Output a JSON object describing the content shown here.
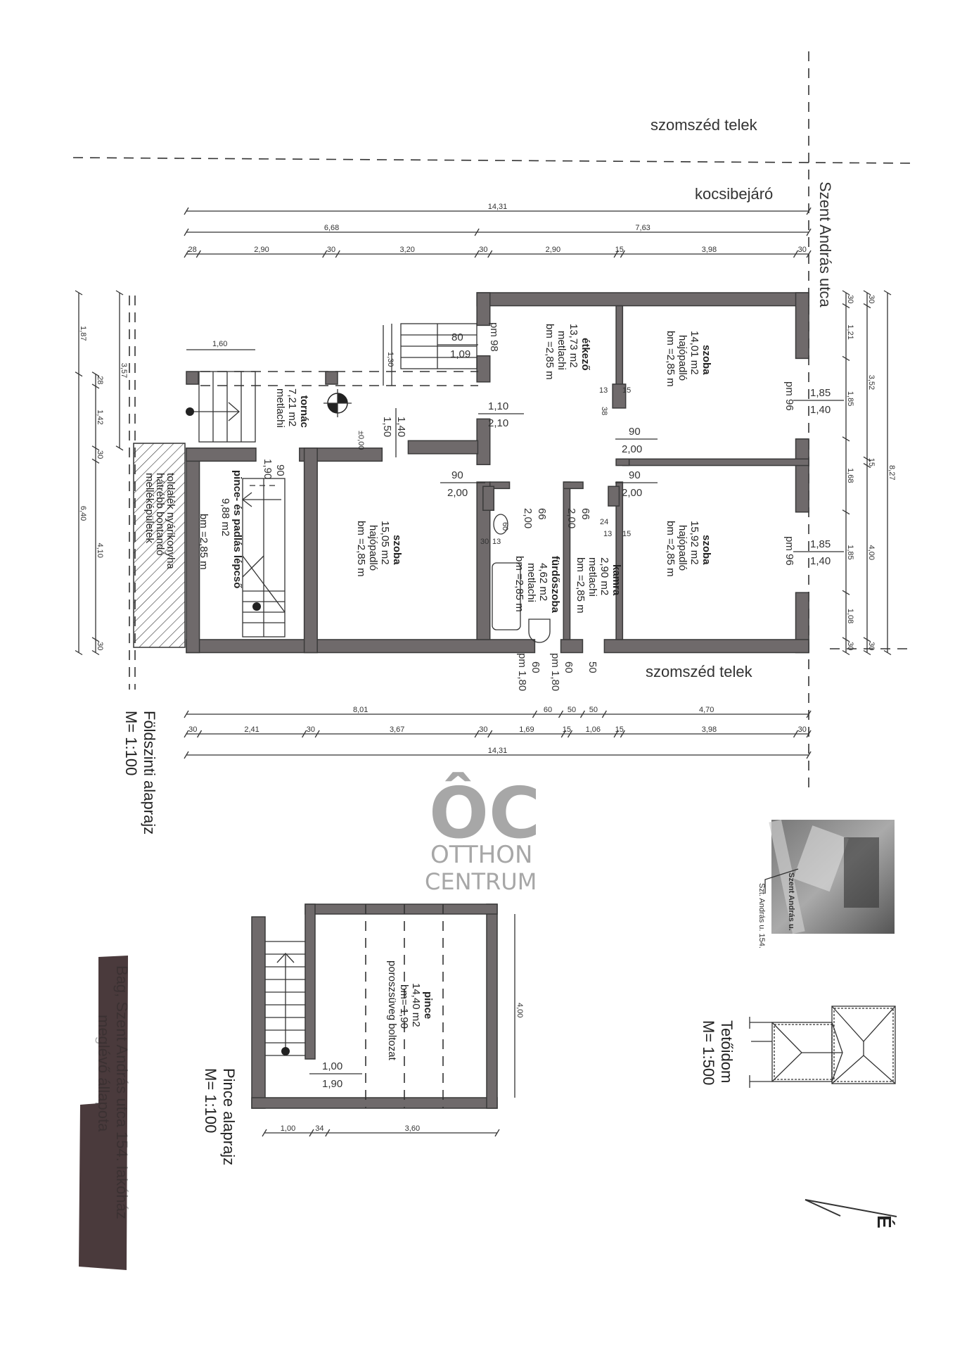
{
  "site": {
    "neighbor_plot_top": "szomszéd telek",
    "driveway": "kocsibejáró",
    "street": "Szent András utca",
    "neighbor_plot_bottom": "szomszéd telek"
  },
  "ground_floor": {
    "title": "Földszinti alaprajz",
    "scale": "M= 1:100",
    "rooms": [
      {
        "name": "szoba",
        "area": "14,01 m2",
        "floor": "hajópadló",
        "height": "bm =2,85 m"
      },
      {
        "name": "étkező",
        "area": "13,73 m2",
        "floor": "metlachi",
        "height": "bm =2,85 m"
      },
      {
        "name": "tornác",
        "area": "7,21 m2",
        "floor": "metlachi"
      },
      {
        "name": "pince- és padlás lépcső",
        "area": "9,88 m2",
        "height": "bm =2,85 m"
      },
      {
        "name": "szoba",
        "area": "15,05 m2",
        "floor": "hajópadló",
        "height": "bm =2,85 m"
      },
      {
        "name": "fürdőszoba",
        "area": "4,62 m2",
        "floor": "metlachi",
        "height": "bm =2,85 m"
      },
      {
        "name": "kamra",
        "area": "2,90 m2",
        "floor": "metlachi",
        "height": "bm =2,85 m"
      },
      {
        "name": "szoba",
        "area": "15,92 m2",
        "floor": "hajópadló",
        "height": "bm =2,85 m"
      }
    ],
    "demolish_note": [
      "toldalék nyárikonyha",
      "hátrébb bontandó",
      "melléképületek"
    ],
    "openings": {
      "etkezo_window_pm": "pm 98",
      "etkezo_window": [
        "80",
        "1,09"
      ],
      "etkezo_door": [
        "1,10",
        "2,10"
      ],
      "tornac_door": [
        "1,40",
        "1,50"
      ],
      "level": "±0,00",
      "stair_height": "1,30",
      "tornac_width": "1,60",
      "pince_door": [
        "1,90",
        "90"
      ],
      "szoba_left_door": [
        "90",
        "2,00"
      ],
      "szoba_top_door": [
        "90",
        "2,00"
      ],
      "szoba_bottom_door": [
        "90",
        "2,00"
      ],
      "szoba_top_window_pm": "pm 96",
      "szoba_top_window": [
        "1,85",
        "1,40"
      ],
      "szoba_bottom_window_pm": "pm 96",
      "szoba_bottom_window": [
        "1,85",
        "1,40"
      ],
      "bath_door": [
        "2,00",
        "66"
      ],
      "kamra_door": [
        "2,00",
        "66"
      ],
      "bath_window": [
        "60",
        "pm 1,80"
      ],
      "kamra_window": [
        "60",
        "pm 1,80"
      ],
      "kamra_window_w": "50",
      "chimney_top": [
        "13",
        "15",
        "38"
      ],
      "chimney_bottom": [
        "24",
        "13",
        "15",
        "60",
        "30",
        "13"
      ]
    }
  },
  "dims": {
    "top_total": [
      "14,31"
    ],
    "top_mid": [
      "6,68",
      "7,63"
    ],
    "top_chain": [
      "28",
      "2,90",
      "30",
      "3,20",
      "30",
      "2,90",
      "15",
      "3,98",
      "30"
    ],
    "bottom_chain1": [
      "8,01",
      "60",
      "50",
      "50",
      "4,70"
    ],
    "bottom_chain2": [
      "30",
      "2,41",
      "30",
      "3,67",
      "30",
      "1,69",
      "15",
      "1,06",
      "15",
      "3,98",
      "30"
    ],
    "bottom_total": [
      "14,31"
    ],
    "left_outer": [
      "1,87",
      "6,40"
    ],
    "left_mid": [
      "3,57"
    ],
    "left_chain": [
      "28",
      "1,42",
      "30",
      "4,10",
      "30"
    ],
    "right_chain": [
      "30",
      "1,21",
      "1,85",
      "1,68",
      "1,85",
      "1,08",
      "30"
    ],
    "right_mid": [
      "30",
      "3,52",
      "15",
      "4,00",
      "30"
    ],
    "right_total": [
      "8,27"
    ]
  },
  "basement": {
    "title": "Pince alaprajz",
    "scale": "M= 1:100",
    "room": {
      "name": "pince",
      "area": "14,40 m2",
      "height": "bm= 1,90",
      "ceiling": "poroszsüveg boltozat"
    },
    "door": [
      "1,00",
      "1,90"
    ],
    "depth": "4,00",
    "chain": [
      "1,00",
      "34",
      "3,60"
    ]
  },
  "roof": {
    "title": "Tetőidom",
    "scale": "M= 1:500"
  },
  "location_photo": {
    "street_label": "Szent András u.",
    "address": "Szt. András u. 154."
  },
  "north_label": "É",
  "redacted_caption": [
    "Bag, Szent András utca 154. lakóház",
    "meglévő állapota"
  ],
  "watermark": {
    "logo": "ÔC",
    "line1": "OTTHON",
    "line2": "CENTRUM"
  },
  "colors": {
    "wall": "#6f6a6b",
    "line": "#333333",
    "redaction": "#4a3a3c",
    "watermark": "#8a8a8a"
  }
}
